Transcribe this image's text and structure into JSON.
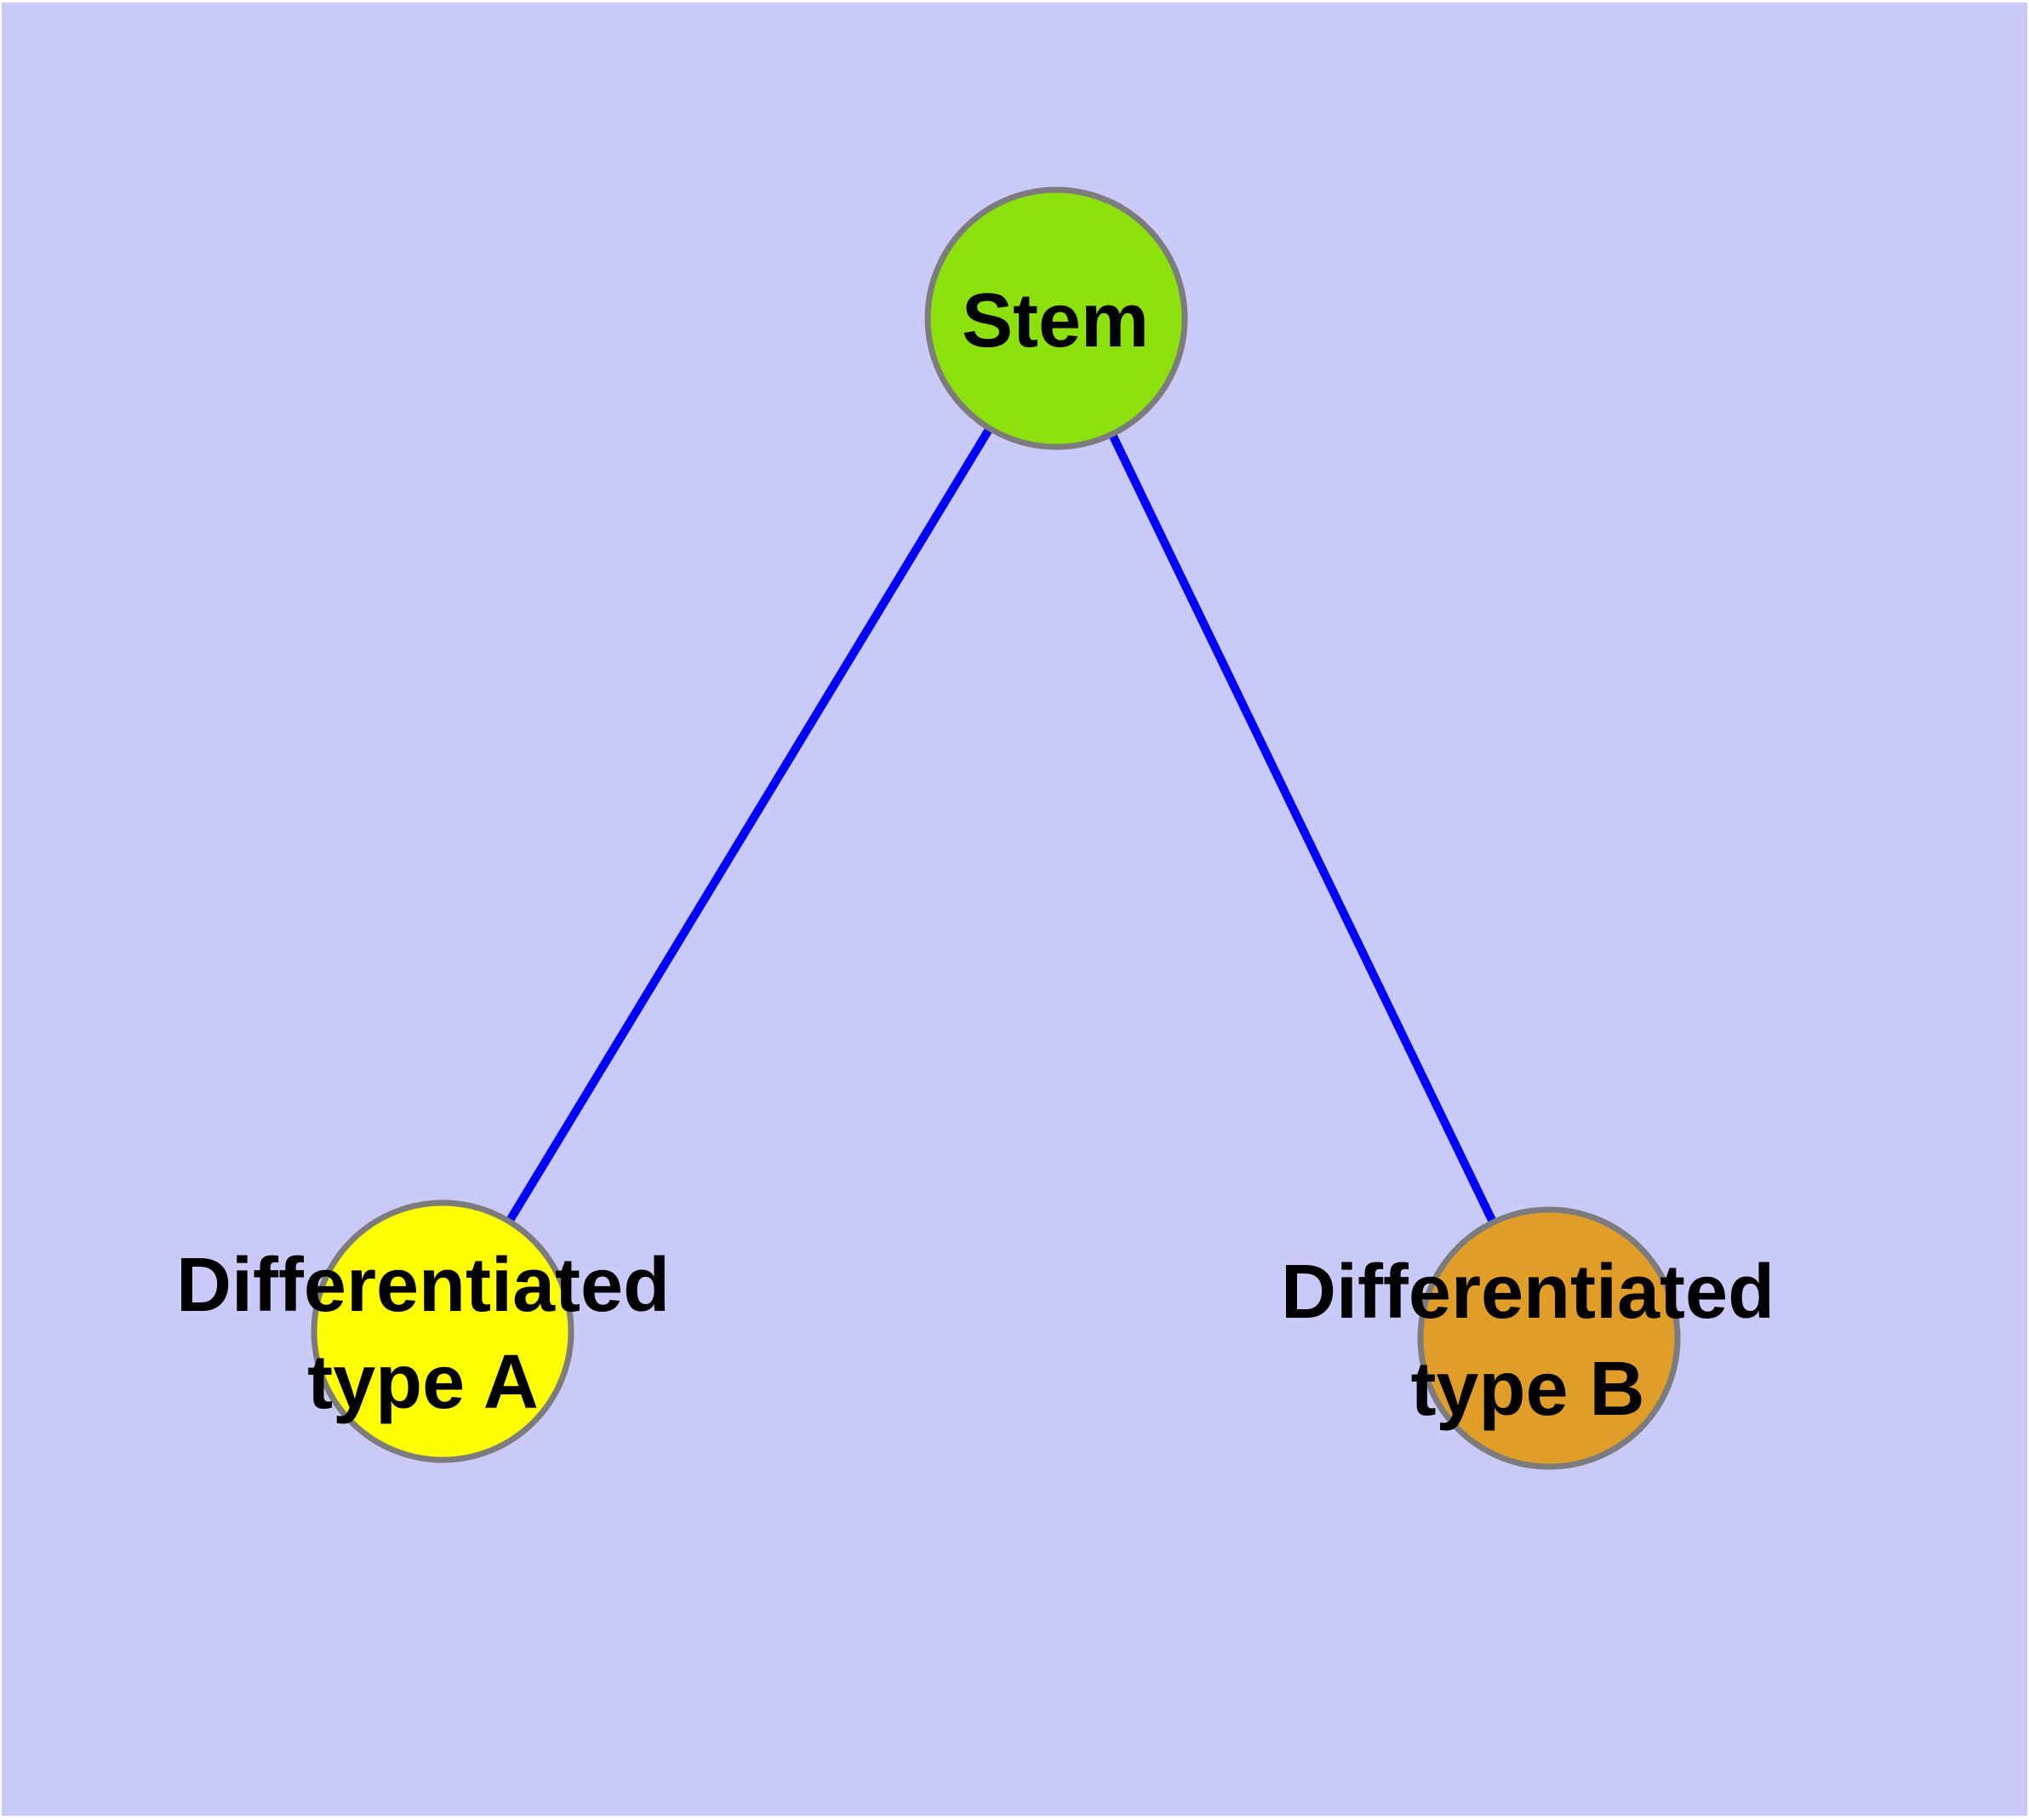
{
  "diagram": {
    "background_color": "#CACAF8",
    "page_margin_color": "#FFFFFF",
    "edge_color": "#0000FF",
    "node_border_color": "#7C7C7C",
    "label_color": "#000000",
    "nodes": [
      {
        "id": "stem",
        "lines": [
          "Stem"
        ],
        "color": "#8CE10A"
      },
      {
        "id": "differentiated-type-a",
        "lines": [
          "Differentiated",
          "type A"
        ],
        "color": "#FFFF00"
      },
      {
        "id": "differentiated-type-b",
        "lines": [
          "Differentiated",
          "type B"
        ],
        "color": "#E09E28"
      }
    ],
    "edges": [
      {
        "from": "Stem",
        "to": "Differentiated type A"
      },
      {
        "from": "Stem",
        "to": "Differentiated type B"
      }
    ]
  }
}
